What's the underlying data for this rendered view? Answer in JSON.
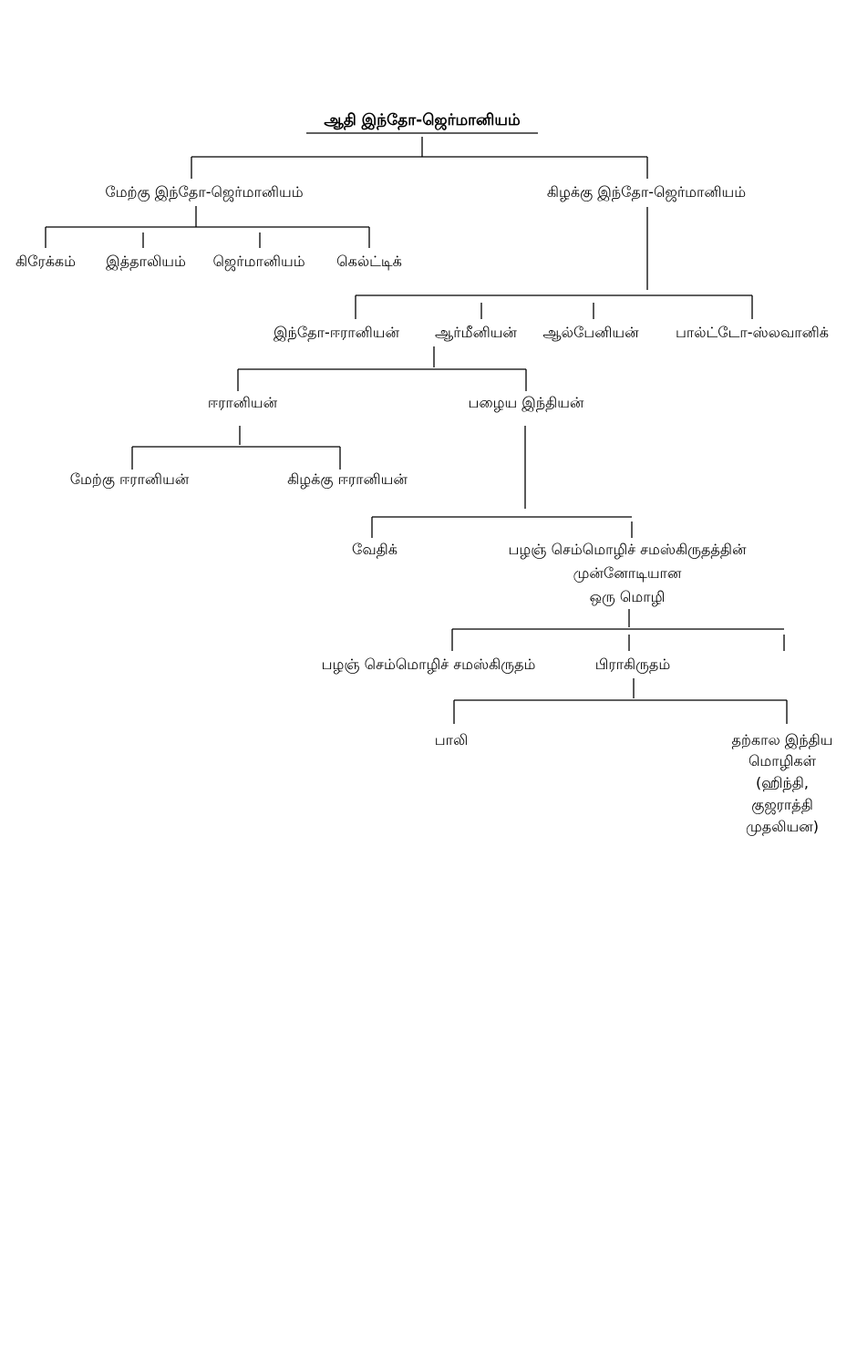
{
  "diagram": {
    "root": "ஆதி இந்தோ-ஜெர்மானியம்",
    "west_branch": "மேற்கு இந்தோ-ஜெர்மானியம்",
    "east_branch": "கிழக்கு இந்தோ-ஜெர்மானியம்",
    "west_children": [
      "கிரேக்கம்",
      "இத்தாலியம்",
      "ஜெர்மானியம்",
      "கெல்ட்டிக்"
    ],
    "east_children": [
      "இந்தோ-ஈரானியன்",
      "ஆர்மீனியன்",
      "ஆல்பேனியன்",
      "பால்ட்டோ-ஸ்லவானிக்"
    ],
    "indo_iranian_children": [
      "ஈரானியன்",
      "பழைய இந்தியன்"
    ],
    "iranian_children": [
      "மேற்கு ஈரானியன்",
      "கிழக்கு ஈரானியன்"
    ],
    "old_indian_children": {
      "vedic": "வேதிக்",
      "ancestor_lines": [
        "பழஞ் செம்மொழிச் சமஸ்கிருதத்தின்",
        "முன்னோடியான",
        "ஒரு மொழி"
      ]
    },
    "ancestor_children": [
      "பழஞ் செம்மொழிச் சமஸ்கிருதம்",
      "பிராகிருதம்"
    ],
    "prakrit_children": {
      "pali": "பாலி",
      "modern_lines": [
        "தற்கால இந்திய",
        "மொழிகள்",
        "(ஹிந்தி,",
        "குஜராத்தி",
        "முதலியன)"
      ]
    }
  }
}
